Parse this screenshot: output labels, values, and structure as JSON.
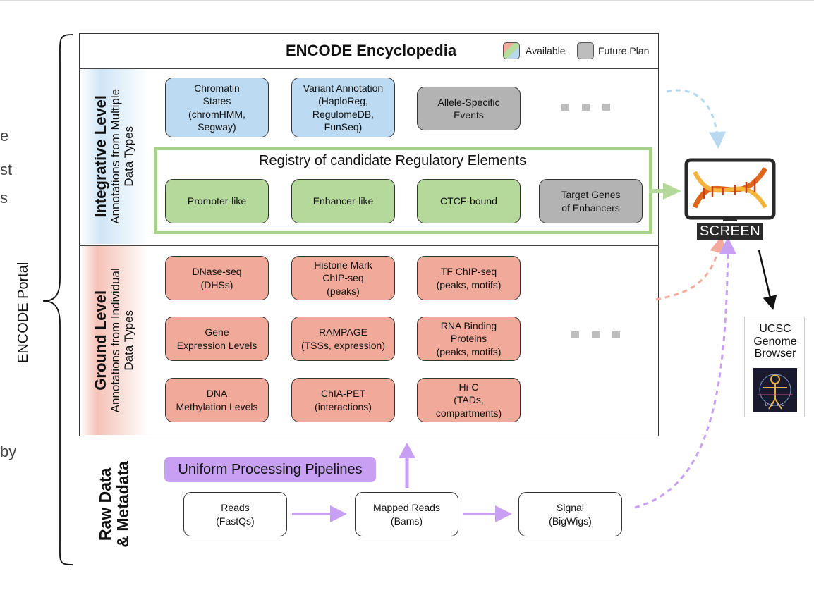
{
  "cut_text": [
    "e",
    "st",
    "s",
    "by"
  ],
  "portal_label": "ENCODE Portal",
  "encyclopedia": {
    "title": "ENCODE Encyclopedia",
    "legend": {
      "available": "Available",
      "future": "Future Plan"
    }
  },
  "integrative": {
    "title": "Integrative Level",
    "subtitle_1": "Annotations from Multiple",
    "subtitle_2": "Data Types",
    "boxes": [
      {
        "label": "Chromatin\nStates\n(chromHMM,\nSegway)",
        "status": "available"
      },
      {
        "label": "Variant Annotation\n(HaploReg,\nRegulomeDB,\nFunSeq)",
        "status": "available"
      },
      {
        "label": "Allele-Specific\nEvents",
        "status": "future"
      }
    ],
    "registry": {
      "title": "Registry of candidate Regulatory Elements",
      "boxes": [
        {
          "label": "Promoter-like",
          "status": "available"
        },
        {
          "label": "Enhancer-like",
          "status": "available"
        },
        {
          "label": "CTCF-bound",
          "status": "available"
        },
        {
          "label": "Target Genes\nof Enhancers",
          "status": "future"
        }
      ]
    }
  },
  "ground": {
    "title": "Ground Level",
    "subtitle_1": "Annotations from Individual",
    "subtitle_2": "Data Types",
    "boxes": [
      {
        "label": "DNase-seq\n(DHSs)"
      },
      {
        "label": "Histone Mark\nChIP-seq\n(peaks)"
      },
      {
        "label": "TF ChIP-seq\n(peaks, motifs)"
      },
      {
        "label": "Gene\nExpression Levels"
      },
      {
        "label": "RAMPAGE\n(TSSs, expression)"
      },
      {
        "label": "RNA Binding\nProteins\n(peaks, motifs)"
      },
      {
        "label": "DNA\nMethylation Levels"
      },
      {
        "label": "ChIA-PET\n(interactions)"
      },
      {
        "label": "Hi-C\n(TADs,\ncompartments)"
      }
    ]
  },
  "raw": {
    "title_1": "Raw Data",
    "title_2": "& Metadata",
    "pipeline": "Uniform Processing Pipelines",
    "boxes": [
      {
        "label": "Reads\n(FastQs)"
      },
      {
        "label": "Mapped Reads\n(Bams)"
      },
      {
        "label": "Signal\n(BigWigs)"
      }
    ]
  },
  "screen": {
    "label": "SCREEN"
  },
  "browser": {
    "label": "UCSC\nGenome\nBrowser",
    "logo_text": "U C S C"
  },
  "colors": {
    "blue": "#bcdaf1",
    "green": "#b5d99b",
    "red": "#f1a99a",
    "gray": "#b3b3b3",
    "purple": "#c7a0f3",
    "registry_border": "#a6d286"
  }
}
